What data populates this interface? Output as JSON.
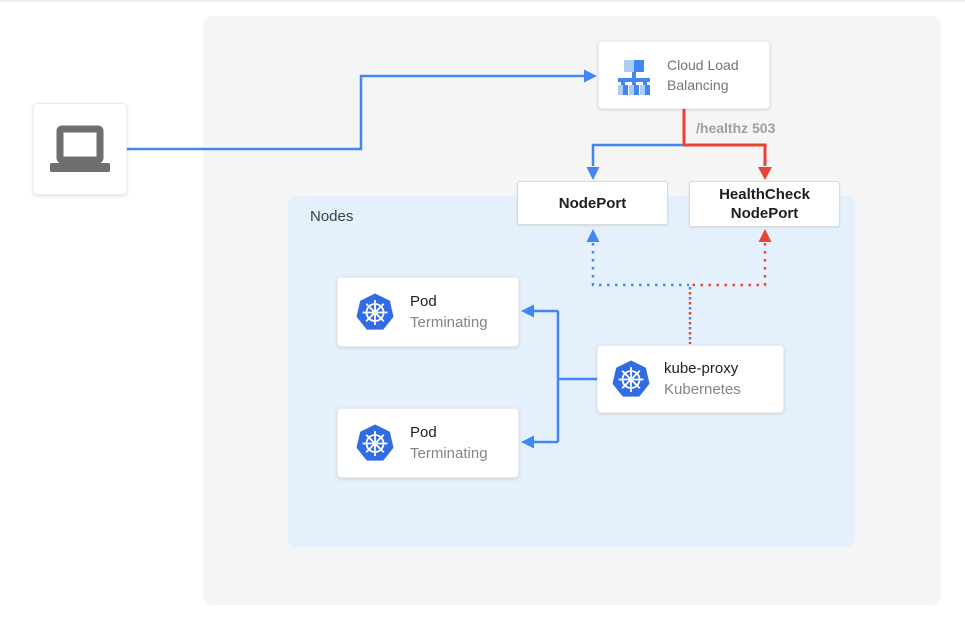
{
  "client": {
    "icon": "laptop-icon"
  },
  "load_balancer": {
    "label": "Cloud Load Balancing"
  },
  "healthz_badge": "/healthz 503",
  "node_port": {
    "label": "NodePort"
  },
  "health_check_node_port": {
    "label": "HealthCheck NodePort"
  },
  "nodes_group": {
    "label": "Nodes"
  },
  "pods": [
    {
      "title": "Pod",
      "subtitle": "Terminating"
    },
    {
      "title": "Pod",
      "subtitle": "Terminating"
    }
  ],
  "kube_proxy": {
    "title": "kube-proxy",
    "subtitle": "Kubernetes"
  },
  "colors": {
    "accent_blue": "#4285f4",
    "accent_red": "#ea4335",
    "nodes_fill": "#e4f1fc",
    "panel_gray": "#f5f5f6",
    "kubernetes_blue": "#326ce5",
    "icon_light_blue": "#aecbfa",
    "muted_text": "#9aa0a6"
  }
}
